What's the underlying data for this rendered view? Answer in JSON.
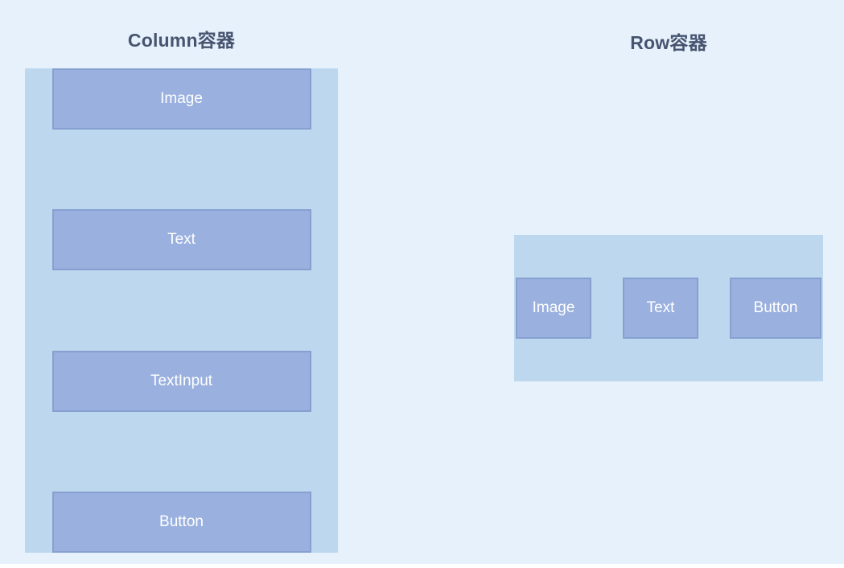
{
  "column_section": {
    "title": "Column容器",
    "items": [
      {
        "label": "Image"
      },
      {
        "label": "Text"
      },
      {
        "label": "TextInput"
      },
      {
        "label": "Button"
      }
    ]
  },
  "row_section": {
    "title": "Row容器",
    "items": [
      {
        "label": "Image"
      },
      {
        "label": "Text"
      },
      {
        "label": "Button"
      }
    ]
  },
  "colors": {
    "page_background": "#E6F1FC",
    "container_fill": "#BDD7EE",
    "box_fill": "#9AB0DE",
    "box_border": "#86A0D1",
    "title_text": "#47546F",
    "box_label_text": "#FFFFFF"
  }
}
